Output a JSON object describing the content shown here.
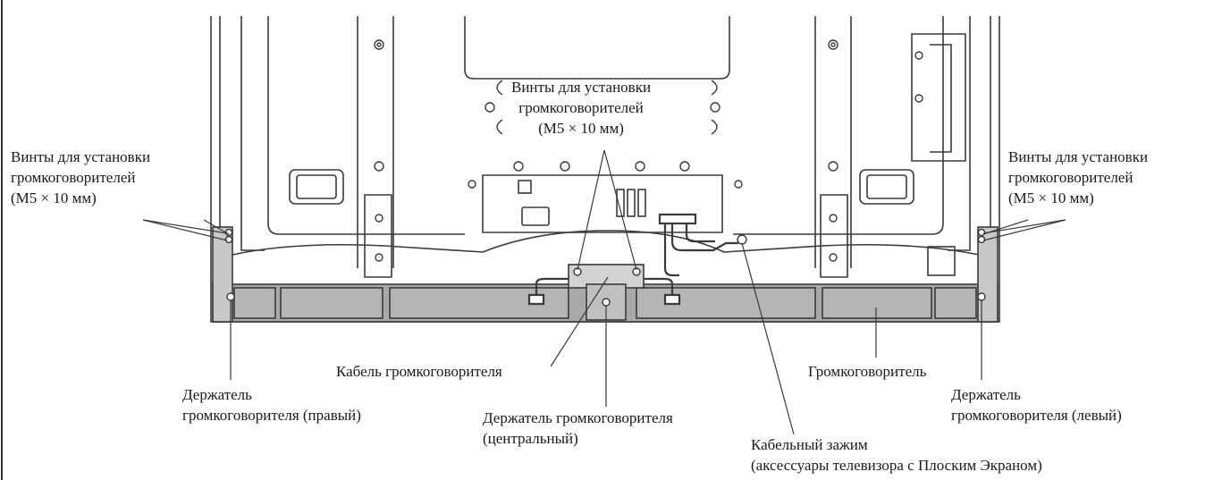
{
  "labels": {
    "screws_center": [
      "Винты для установки",
      "громкоговорителей",
      "(M5 × 10 мм)"
    ],
    "screws_left": [
      "Винты для установки",
      "громкоговорителей",
      "(M5 × 10 мм)"
    ],
    "screws_right": [
      "Винты для установки",
      "громкоговорителей",
      "(M5 × 10 мм)"
    ],
    "speaker_cable": "Кабель громкоговорителя",
    "speaker": "Громкоговоритель",
    "holder_right": [
      "Держатель",
      "громкоговорителя (правый)"
    ],
    "holder_center": [
      "Держатель громкоговорителя",
      "(центральный)"
    ],
    "holder_left": [
      "Держатель",
      "громкоговорителя (левый)"
    ],
    "cable_clamp": [
      "Кабельный зажим",
      "(аксессуары телевизора с Плоским Экраном)"
    ]
  },
  "colors": {
    "line": "#3a3a3a",
    "speaker_fill": "#a9a9a9",
    "panel_fill": "#ffffff"
  }
}
